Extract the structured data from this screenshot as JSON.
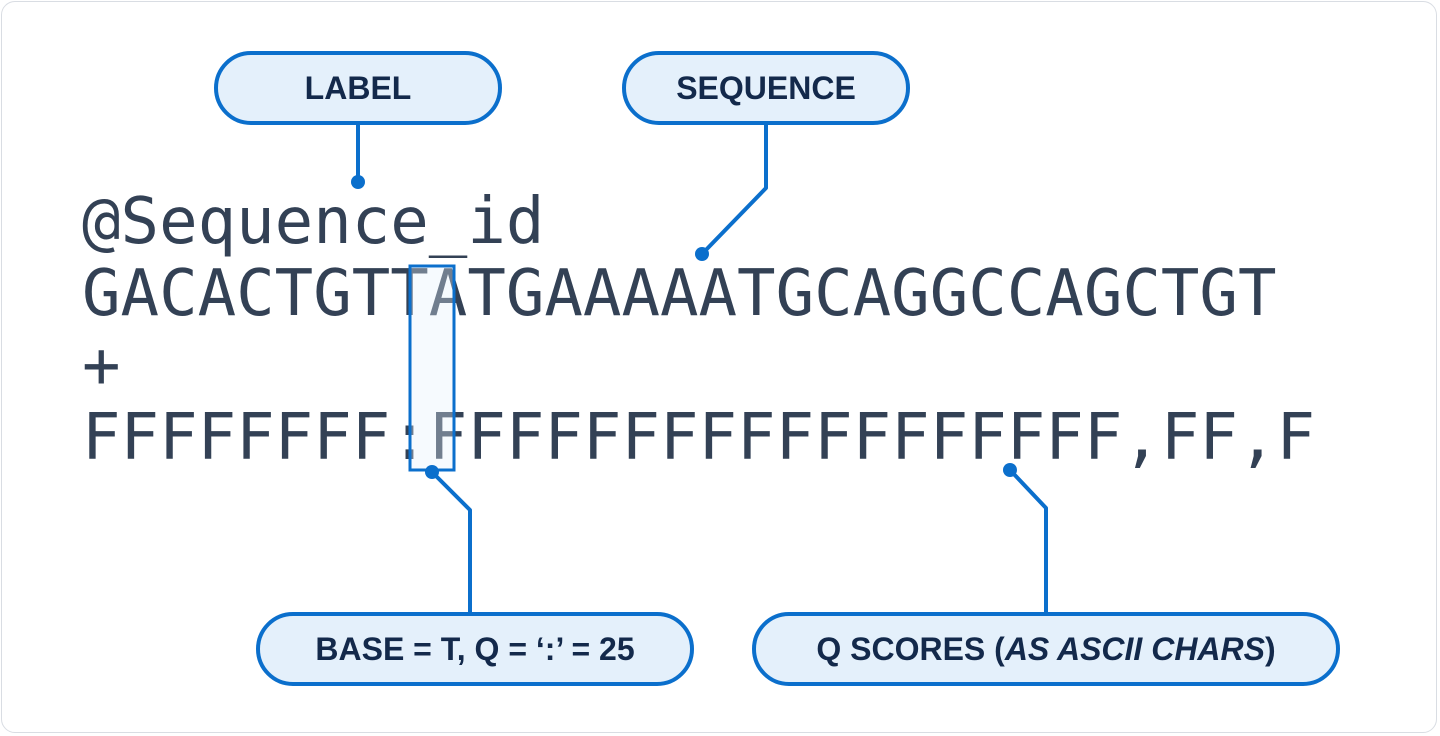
{
  "callouts": {
    "label": "LABEL",
    "sequence": "SEQUENCE",
    "base_q": "BASE = T, Q = ‘:’ = 25",
    "q_scores_prefix": "Q SCORES (",
    "q_scores_italic": "AS ASCII CHARS",
    "q_scores_suffix": ")"
  },
  "fastq": {
    "line1": "@Sequence_id",
    "line2": "GACACTGTTATGAAAAATGCAGGCCAGCTGT",
    "line3": "+",
    "line4": "FFFFFFFF:FFFFFFFFFFFFFFFFFF,FF,F"
  },
  "colors": {
    "accent": "#0b6fcc",
    "pill_fill": "#e4f0fb",
    "text": "#334155",
    "pill_text": "#13294b"
  }
}
